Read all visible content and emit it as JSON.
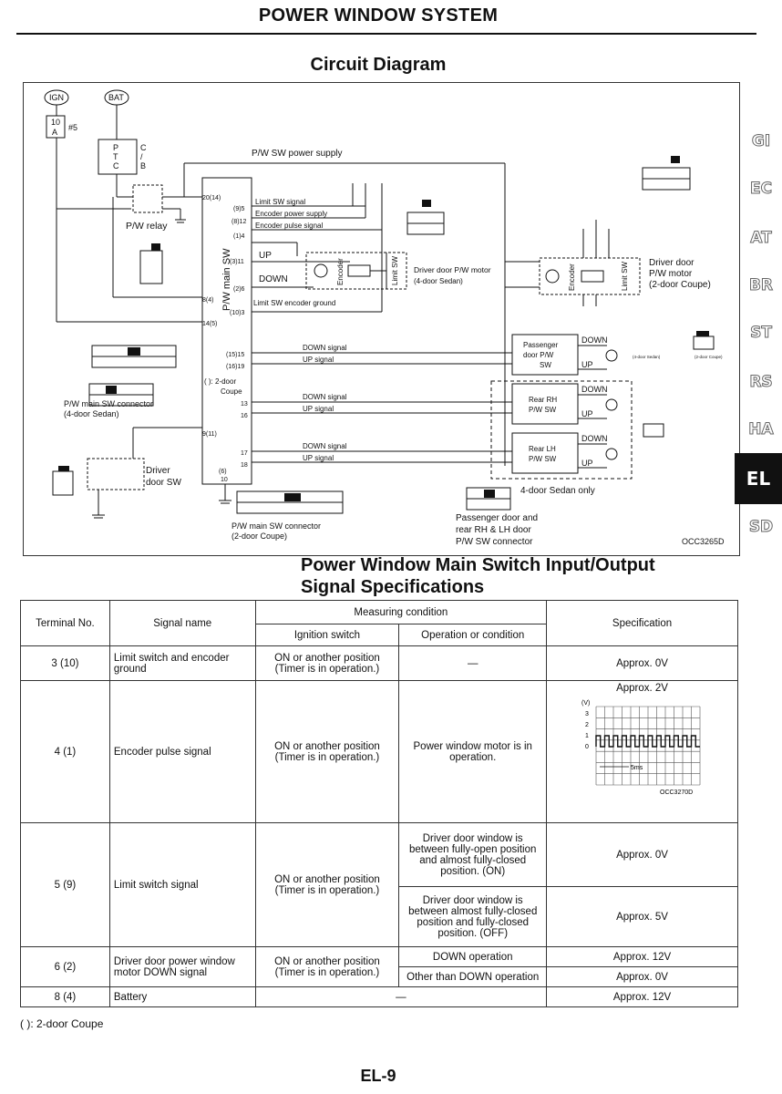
{
  "header": {
    "title": "POWER WINDOW SYSTEM"
  },
  "circuit": {
    "heading": "Circuit Diagram",
    "labels": {
      "ign": "IGN",
      "bat": "BAT",
      "fuse_amp": "10",
      "fuse_unit": "A",
      "fuse_no": "#5",
      "ptc": "P",
      "ptc2": "T",
      "ptc3": "C",
      "cb": "C",
      "cb2": "/",
      "cb3": "B",
      "power_supply": "P/W SW power supply",
      "relay": "P/W relay",
      "limit_sw_signal": "Limit SW signal",
      "encoder_power": "Encoder power supply",
      "encoder_pulse": "Encoder pulse signal",
      "up": "UP",
      "down": "DOWN",
      "main_sw": "P/W main SW",
      "encoder": "Encoder",
      "limit_sw": "Limit SW",
      "driver_motor_sedan": "Driver door P/W motor",
      "driver_motor_sedan2": "(4-door Sedan)",
      "limit_ground": "Limit SW encoder ground",
      "driver_motor_coupe1": "Driver door",
      "driver_motor_coupe2": "P/W motor",
      "driver_motor_coupe3": "(2-door Coupe)",
      "down_signal": "DOWN signal",
      "up_signal": "UP signal",
      "passenger_sw1": "Passenger",
      "passenger_sw2": "door P/W",
      "passenger_sw3": "SW",
      "rear_rh1": "Rear RH",
      "rear_rh2": "P/W SW",
      "rear_lh1": "Rear LH",
      "rear_lh2": "P/W SW",
      "coupe_note1": "( ): 2-door",
      "coupe_note2": "Coupe",
      "main_conn_sedan1": "P/W main SW connector",
      "main_conn_sedan2": "(4-door Sedan)",
      "main_conn_coupe1": "P/W main SW connector",
      "main_conn_coupe2": "(2-door Coupe)",
      "driver_door_sw1": "Driver",
      "driver_door_sw2": "door SW",
      "sedan_only": "4-door Sedan only",
      "pass_conn1": "Passenger door and",
      "pass_conn2": "rear RH & LH door",
      "pass_conn3": "P/W SW connector",
      "code": "OCC3265D",
      "sedan_small": "(4-door Sedan)",
      "coupe_small": "(2-door Coupe)"
    },
    "terminals": {
      "t20": "20(14)",
      "t9_5": "(9)5",
      "t8_12": "(8)12",
      "t1_4": "(1)4",
      "t3_11": "(3)11",
      "t2_6": "(2)6",
      "t10_3": "(10)3",
      "t8_4": "8(4)",
      "t14_5": "14(5)",
      "t15_15": "(15)15",
      "t16_19": "(16)19",
      "t13": "13",
      "t16": "16",
      "t9_11": "9(11)",
      "t17": "17",
      "t18": "18",
      "t6_10a": "(6)",
      "t6_10b": "10"
    }
  },
  "tabs": [
    "GI",
    "EC",
    "AT",
    "BR",
    "ST",
    "RS",
    "HA",
    "EL",
    "SD"
  ],
  "spec": {
    "title_line1": "Power Window Main Switch Input/Output",
    "title_line2": "Signal Specifications",
    "headers": {
      "terminal": "Terminal No.",
      "signal": "Signal name",
      "measuring": "Measuring condition",
      "ignition": "Ignition switch",
      "operation": "Operation or condition",
      "specification": "Specification"
    },
    "rows": [
      {
        "terminal": "3 (10)",
        "signal": "Limit switch and encoder ground",
        "ignition": "ON or another position (Timer is in operation.)",
        "operation": "—",
        "spec": "Approx. 0V"
      },
      {
        "terminal": "4 (1)",
        "signal": "Encoder pulse signal",
        "ignition": "ON or another position (Timer is in operation.)",
        "operation": "Power window motor is in operation.",
        "spec": "Approx. 2V"
      },
      {
        "terminal": "5 (9)",
        "signal": "Limit switch signal",
        "ignition": "ON or another position (Timer is in operation.)",
        "sub": [
          {
            "operation": "Driver door window is between fully-open position and almost fully-closed position. (ON)",
            "spec": "Approx. 0V"
          },
          {
            "operation": "Driver door window is between almost fully-closed position and fully-closed position. (OFF)",
            "spec": "Approx. 5V"
          }
        ]
      },
      {
        "terminal": "6 (2)",
        "signal": "Driver door power window motor DOWN signal",
        "ignition": "ON or another position (Timer is in operation.)",
        "sub": [
          {
            "operation": "DOWN operation",
            "spec": "Approx. 12V"
          },
          {
            "operation": "Other than DOWN operation",
            "spec": "Approx. 0V"
          }
        ]
      },
      {
        "terminal": "8 (4)",
        "signal": "Battery",
        "ignition": "—",
        "spec": "Approx. 12V"
      }
    ],
    "waveform": {
      "y_unit": "(V)",
      "ticks": [
        "3",
        "2",
        "1",
        "0"
      ],
      "scale": "5ms",
      "code": "OCC3270D"
    }
  },
  "footnote": "(    ): 2-door Coupe",
  "page_number": "EL-9"
}
